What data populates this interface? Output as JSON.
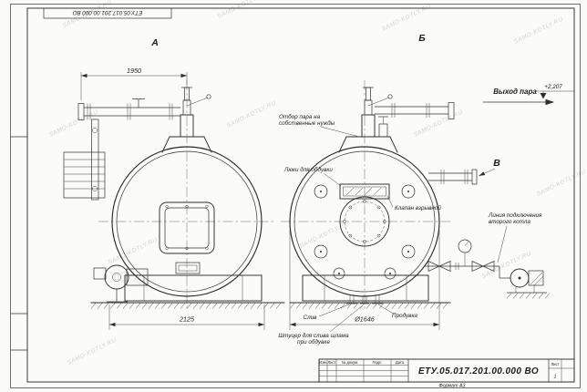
{
  "sheet": {
    "stamp_rotated": "ЕТУ.05.017.201.00.000 ВО",
    "format_note": "Формат А3"
  },
  "views": {
    "front_label": "А",
    "rear_label": "Б",
    "side_label": "В"
  },
  "dimensions": {
    "header_width": "1950",
    "overall_length": "2125",
    "shell_diameter": "Ø1646",
    "elevation": "+2,207"
  },
  "labels": {
    "steam_out": "Выход пара",
    "steam_own_needs_1": "Отбор пара на",
    "steam_own_needs_2": "собственные нужды",
    "soot_hatches": "Люки для обдувки",
    "explosion_valve": "Клапан взрывной",
    "second_boiler_1": "Линия подключения",
    "second_boiler_2": "второго котла",
    "drain": "Слив",
    "blowdown": "Продувка",
    "sludge_1": "Штуцер для слива шлама",
    "sludge_2": "при обдувке"
  },
  "title_block": {
    "doc_number": "ЕТУ.05.017.201.00.000 ВО",
    "headers": {
      "izm": "Изм.",
      "list": "Лист",
      "doc": "№ докум.",
      "podp": "Подп.",
      "data": "Дата"
    },
    "sheet_label": "Лист",
    "sheet_value": "1"
  },
  "watermark": {
    "text": "SAMO-KOTLY.RU"
  }
}
